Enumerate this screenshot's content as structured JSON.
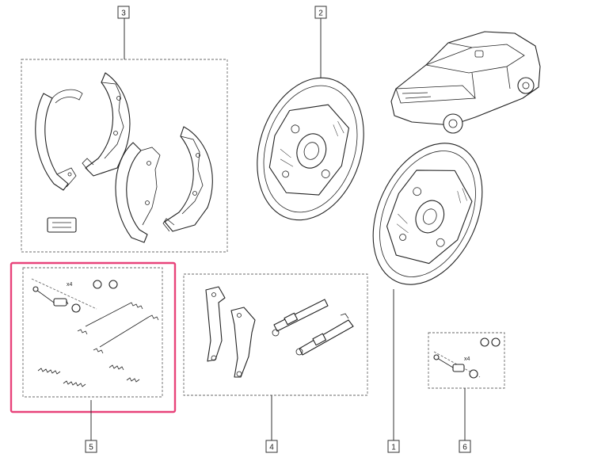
{
  "callouts": [
    {
      "id": "1",
      "label": "1"
    },
    {
      "id": "2",
      "label": "2"
    },
    {
      "id": "3",
      "label": "3"
    },
    {
      "id": "4",
      "label": "4"
    },
    {
      "id": "5",
      "label": "5"
    },
    {
      "id": "6",
      "label": "6"
    }
  ],
  "quantity_labels": {
    "group5": "x4",
    "group6": "x4"
  },
  "highlight": {
    "group": "5",
    "color": "#e8437a"
  }
}
